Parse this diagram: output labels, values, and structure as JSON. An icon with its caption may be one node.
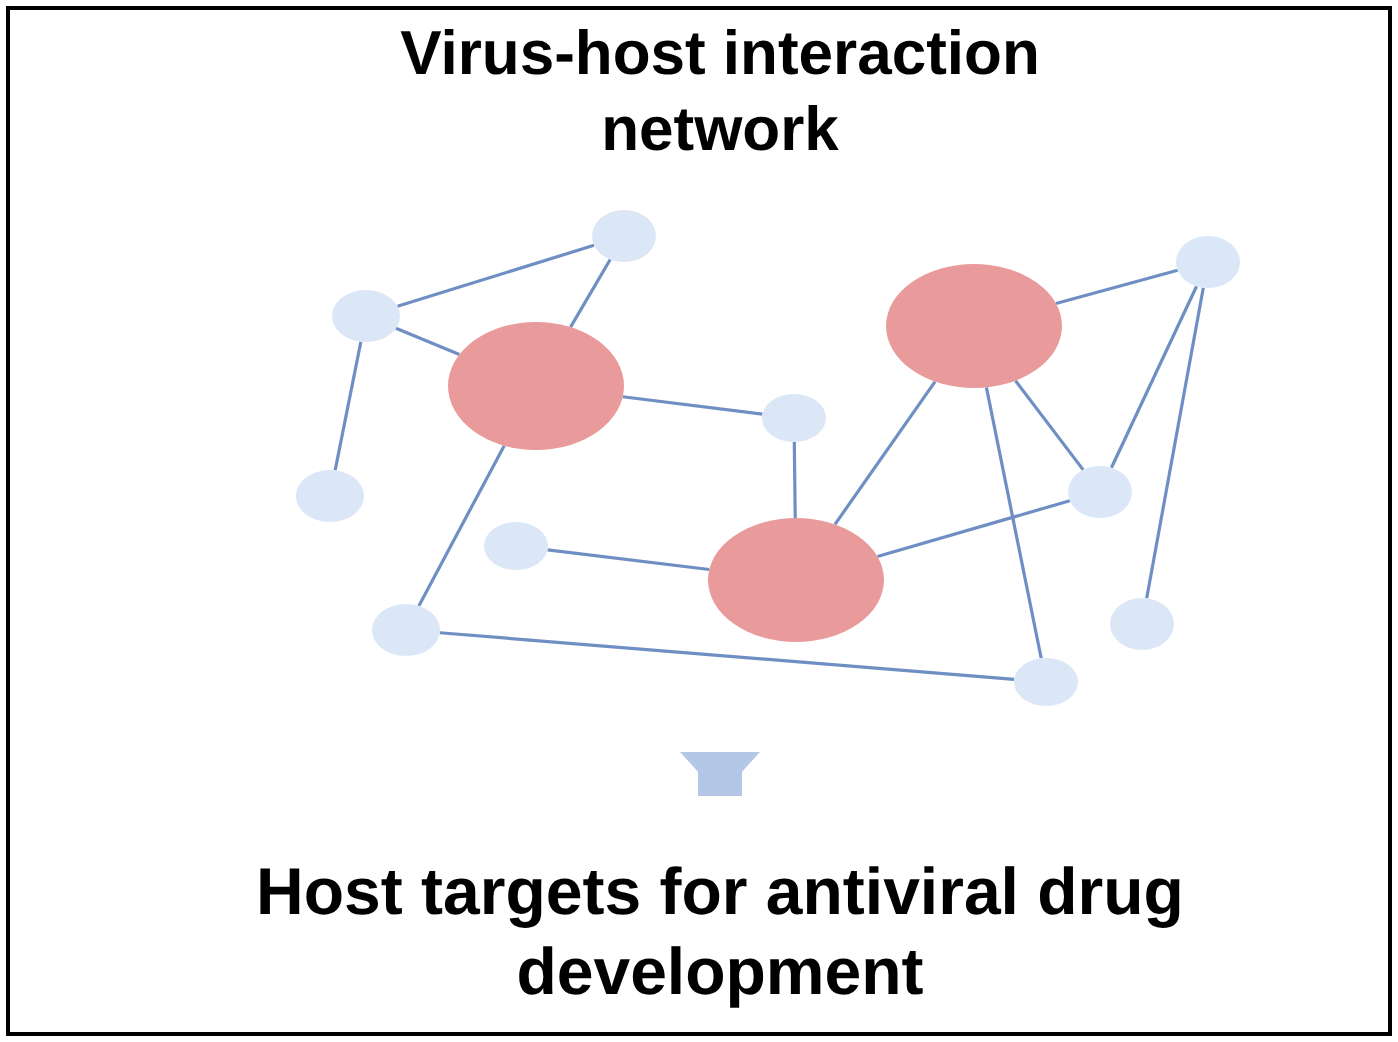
{
  "diagram": {
    "title": "Virus-host interaction network",
    "nodes": [
      {
        "text": [],
        "shape": "circle"
      },
      {
        "text": [],
        "shape": "circle"
      },
      {
        "text": [],
        "shape": "circle"
      },
      {
        "text": [],
        "shape": "circle"
      },
      {
        "text": [],
        "shape": "circle"
      },
      {
        "text": [],
        "shape": "circle"
      },
      {
        "text": [],
        "shape": "circle"
      },
      {
        "text": [],
        "shape": "circle"
      },
      {
        "text": [],
        "shape": "circle"
      },
      {
        "text": [],
        "shape": "circle"
      },
      {
        "text": [],
        "shape": "circle"
      },
      {
        "text": [],
        "shape": "circle"
      },
      {
        "text": [],
        "shape": "circle"
      },
      {
        "text": [
          "Host targets for antiviral drug development"
        ]
      }
    ],
    "edges": [
      {
        "from": 2,
        "to": 0,
        "arrow": "none"
      },
      {
        "from": 2,
        "to": 4,
        "arrow": "none"
      },
      {
        "from": 2,
        "to": 7,
        "arrow": "none"
      },
      {
        "from": 0,
        "to": 4,
        "arrow": "none"
      },
      {
        "from": 4,
        "to": 5,
        "arrow": "none"
      },
      {
        "from": 4,
        "to": 11,
        "arrow": "none"
      },
      {
        "from": 5,
        "to": 9,
        "arrow": "none"
      },
      {
        "from": 8,
        "to": 9,
        "arrow": "none"
      },
      {
        "from": 11,
        "to": 12,
        "arrow": "none"
      },
      {
        "from": 3,
        "to": 9,
        "arrow": "none"
      },
      {
        "from": 3,
        "to": 1,
        "arrow": "none"
      },
      {
        "from": 3,
        "to": 6,
        "arrow": "none"
      },
      {
        "from": 3,
        "to": 12,
        "arrow": "none"
      },
      {
        "from": 1,
        "to": 6,
        "arrow": "none"
      },
      {
        "from": 1,
        "to": 10,
        "arrow": "none"
      },
      {
        "from": 6,
        "to": 9,
        "arrow": "none"
      },
      {
        "from": null,
        "to": 13,
        "arrow": "to",
        "style": "thick",
        "color": "#b4c7e7"
      }
    ]
  }
}
